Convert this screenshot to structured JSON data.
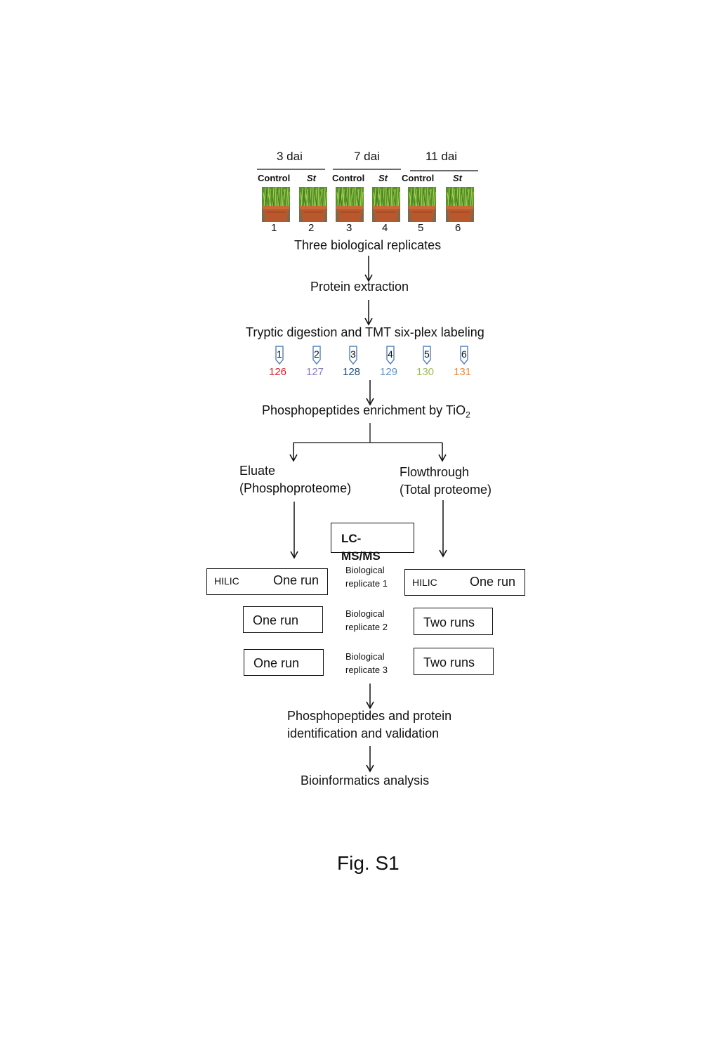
{
  "timepoints": [
    {
      "label": "3 dai"
    },
    {
      "label": "7 dai"
    },
    {
      "label": "11 dai"
    }
  ],
  "conditions": [
    "Control",
    "St",
    "Control",
    "St",
    "Control",
    "St"
  ],
  "samples": [
    "1",
    "2",
    "3",
    "4",
    "5",
    "6"
  ],
  "steps": {
    "replicates": "Three biological replicates",
    "extraction": "Protein extraction",
    "labeling": "Tryptic digestion and TMT six-plex labeling",
    "enrichment_main": "Phosphopeptides enrichment by TiO",
    "enrichment_sub": "2",
    "identification_line1": "Phosphopeptides and protein",
    "identification_line2": "identification and validation",
    "bioinformatics": "Bioinformatics analysis"
  },
  "tags": [
    {
      "sample": "1",
      "channel": "126",
      "color": "#e0202a"
    },
    {
      "sample": "2",
      "channel": "127",
      "color": "#8b7bbf"
    },
    {
      "sample": "3",
      "channel": "128",
      "color": "#1f4e79"
    },
    {
      "sample": "4",
      "channel": "129",
      "color": "#5b8fc7"
    },
    {
      "sample": "5",
      "channel": "130",
      "color": "#9bbb59"
    },
    {
      "sample": "6",
      "channel": "131",
      "color": "#f0883a"
    }
  ],
  "tag_outline_color": "#4f81bd",
  "branches": {
    "eluate_line1": "Eluate",
    "eluate_line2": "(Phosphoproteome)",
    "flow_line1": "Flowthrough",
    "flow_line2": "(Total proteome)"
  },
  "lcms": "LC-MS/MS",
  "hilic": "HILIC",
  "runs": {
    "eluate": [
      "One  run",
      "One  run",
      "One  run"
    ],
    "flow": [
      "One  run",
      "Two  runs",
      "Two  runs"
    ]
  },
  "bio_replicates": [
    {
      "line1": "Biological",
      "line2": "replicate 1"
    },
    {
      "line1": "Biological",
      "line2": "replicate 2"
    },
    {
      "line1": "Biological",
      "line2": "replicate 3"
    }
  ],
  "caption": "Fig. S1",
  "plant_colors": {
    "grass": "#4f8f2a",
    "grass_light": "#8cc63f",
    "pot": "#b5542a",
    "background": "#8a6d4a"
  }
}
